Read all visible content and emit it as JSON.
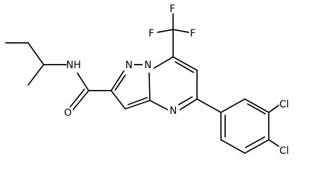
{
  "structure": {
    "atom_labels": {
      "F1": "F",
      "F2": "F",
      "F3": "F",
      "N_pyrazole_2": "N",
      "N_pyrazole_1": "N",
      "N_pyrimidine": "N",
      "N_amide": "NH",
      "O_carbonyl": "O",
      "Cl_1": "Cl",
      "Cl_2": "Cl"
    }
  }
}
